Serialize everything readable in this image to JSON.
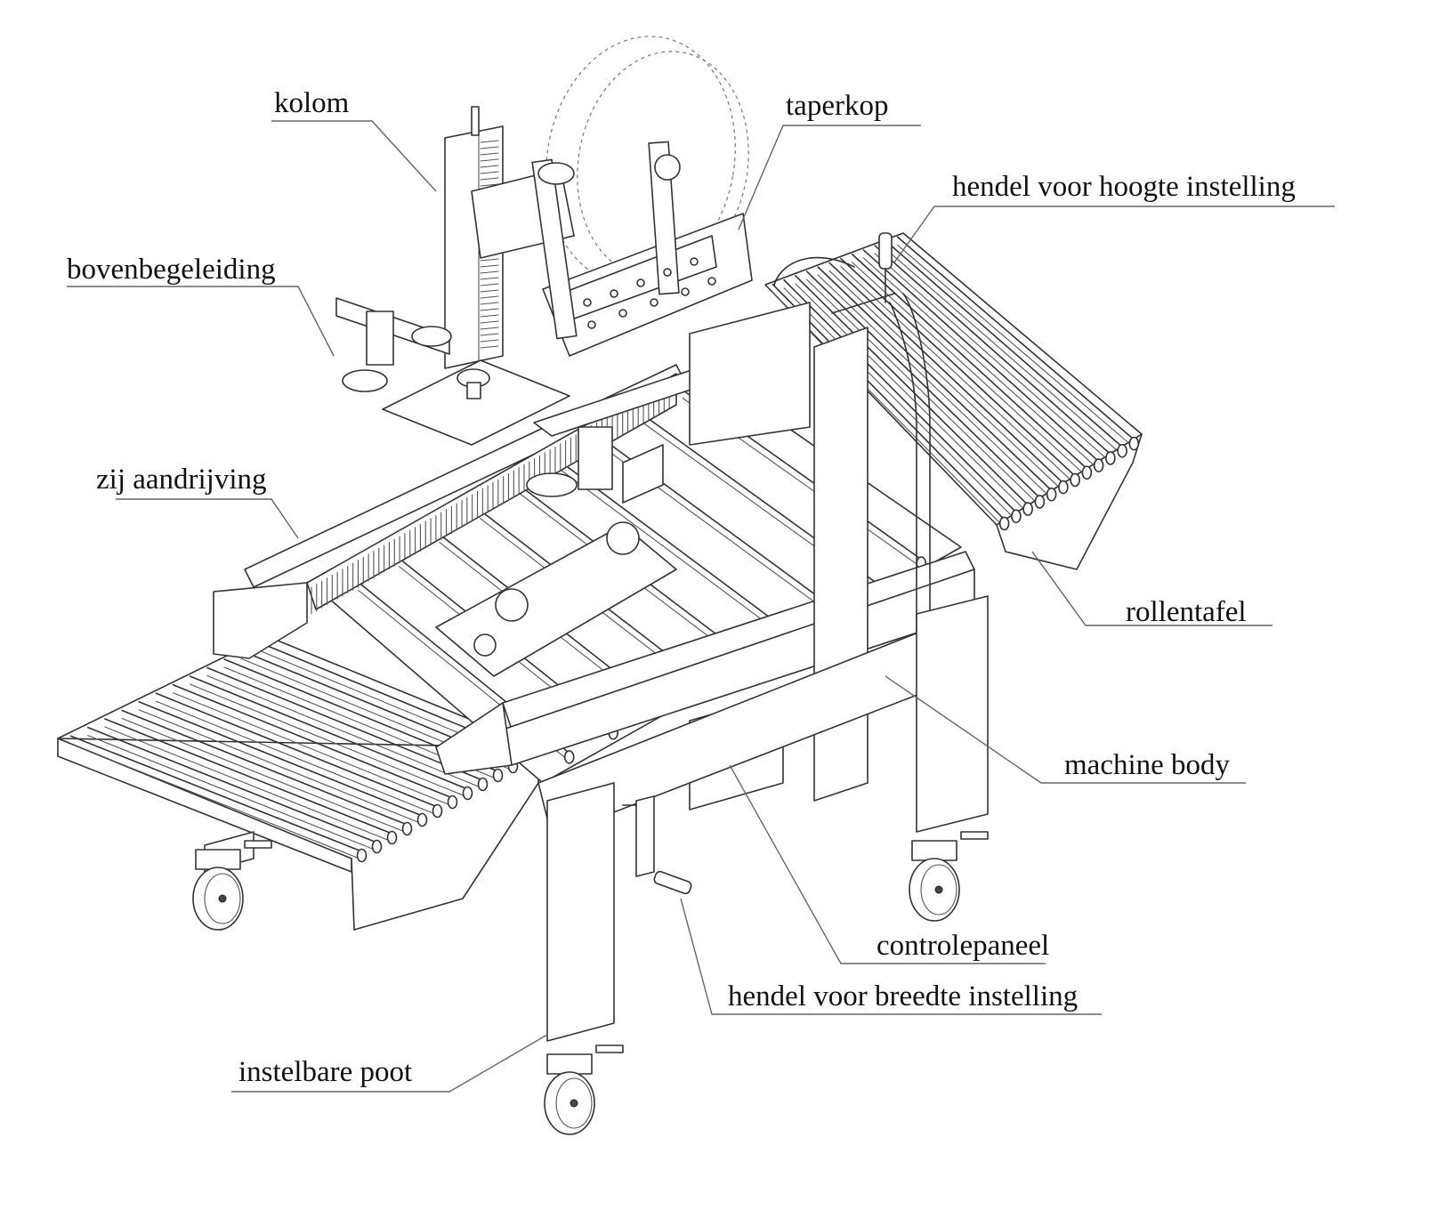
{
  "callouts": [
    {
      "id": "kolom",
      "label": "kolom"
    },
    {
      "id": "taperkop",
      "label": "taperkop"
    },
    {
      "id": "hendel-hoogte",
      "label": "hendel voor hoogte instelling"
    },
    {
      "id": "bovenbegeleiding",
      "label": "bovenbegeleiding"
    },
    {
      "id": "zij-aandrijving",
      "label": "zij aandrijving"
    },
    {
      "id": "rollentafel",
      "label": "rollentafel"
    },
    {
      "id": "machine-body",
      "label": "machine body"
    },
    {
      "id": "controlepaneel",
      "label": "controlepaneel"
    },
    {
      "id": "hendel-breedte",
      "label": "hendel voor breedte instelling"
    },
    {
      "id": "instelbare-poot",
      "label": "instelbare poot"
    }
  ]
}
